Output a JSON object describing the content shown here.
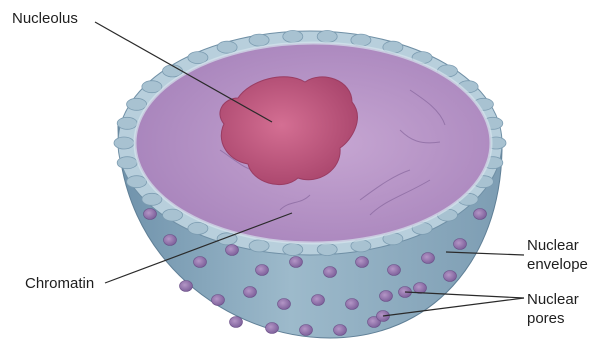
{
  "labels": {
    "nucleolus": "Nucleolus",
    "chromatin": "Chromatin",
    "envelope_line1": "Nuclear",
    "envelope_line2": "envelope",
    "pores_line1": "Nuclear",
    "pores_line2": "pores"
  },
  "colors": {
    "nucleoplasm": "#b490c4",
    "nucleolus": "#c0587e",
    "envelope_outer": "#8fb0c4",
    "envelope_inner": "#a9c3d2",
    "pores": "#9a7fb0",
    "leader_lines": "#2a2a2a"
  }
}
